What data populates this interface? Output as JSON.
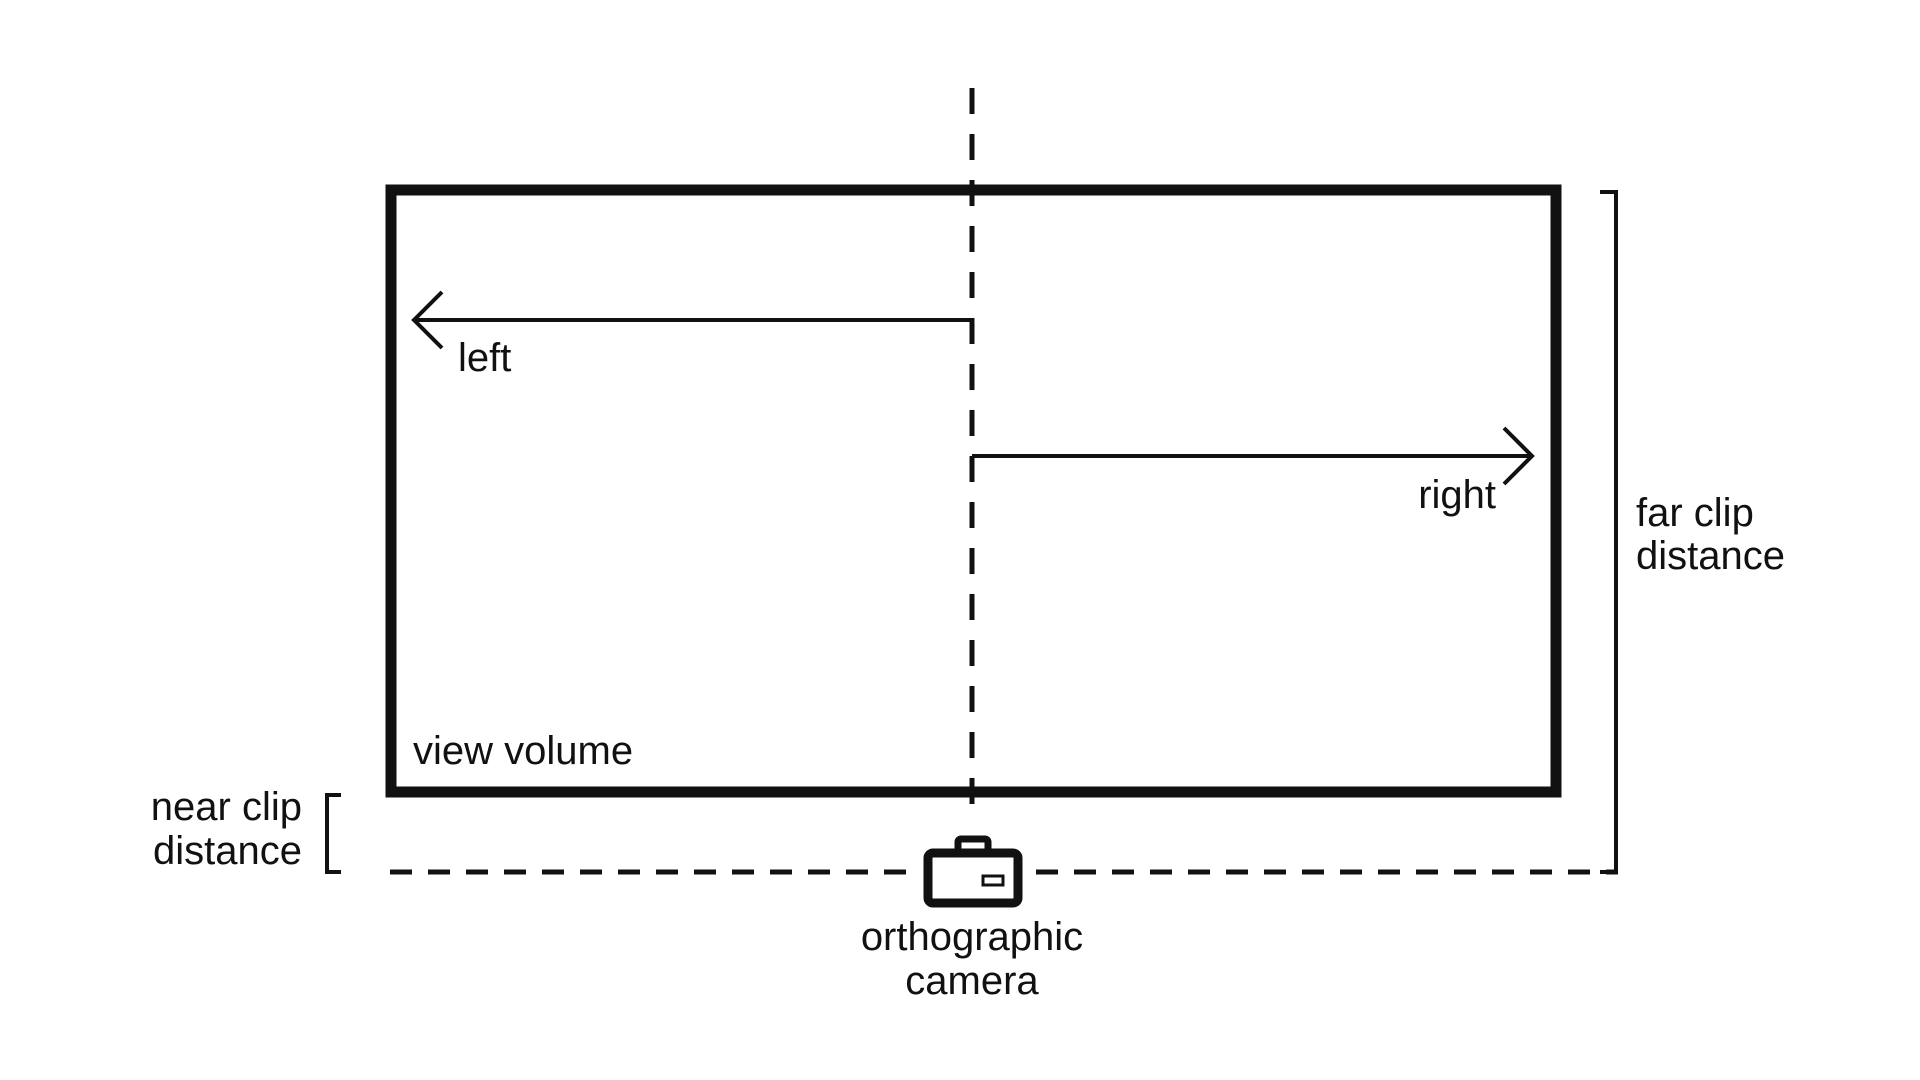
{
  "labels": {
    "left": "left",
    "right": "right",
    "view_volume": "view volume",
    "near_clip_line1": "near clip",
    "near_clip_line2": "distance",
    "far_clip_line1": "far clip",
    "far_clip_line2": "distance",
    "camera_line1": "orthographic",
    "camera_line2": "camera"
  },
  "icons": {
    "camera": "camera-icon",
    "left_arrow": "arrow-left-icon",
    "right_arrow": "arrow-right-icon"
  },
  "colors": {
    "ink": "#111111",
    "background": "#ffffff"
  }
}
